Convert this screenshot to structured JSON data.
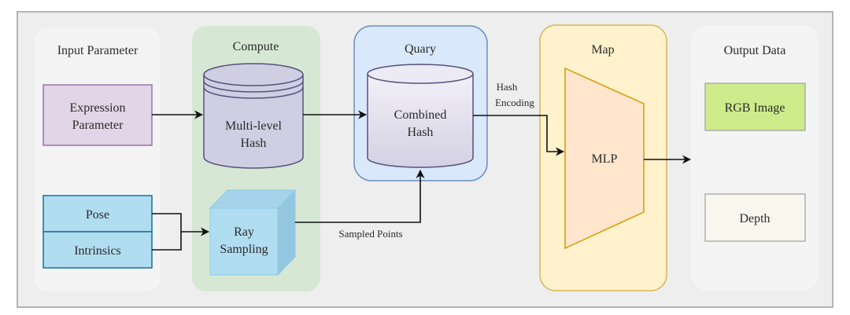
{
  "diagram": {
    "type": "pipeline-architecture",
    "groups": {
      "input": {
        "title": "Input Parameter",
        "color": "#f4f4f5"
      },
      "compute": {
        "title": "Compute",
        "color": "#d6e8d4"
      },
      "query": {
        "title": "Quary",
        "color": "#dae8fc",
        "border": "#6c8ebf"
      },
      "map": {
        "title": "Map",
        "color": "#fff2cc",
        "border": "#d6b656"
      },
      "output": {
        "title": "Output Data",
        "color": "#f4f4f5"
      }
    },
    "nodes": {
      "expression": {
        "line1": "Expression",
        "line2": "Parameter",
        "color": "#e1d5e7",
        "border": "#9673a6"
      },
      "pose": {
        "label": "Pose",
        "color": "#b1ddf0",
        "border": "#10739e"
      },
      "intrinsics": {
        "label": "Intrinsics",
        "color": "#b1ddf0",
        "border": "#10739e"
      },
      "multilevel_hash": {
        "line1": "Multi-level",
        "line2": "Hash",
        "color": "#d0cee2",
        "border": "#56517e"
      },
      "ray_sampling": {
        "line1": "Ray",
        "line2": "Sampling",
        "color": "#b1ddf0"
      },
      "combined_hash": {
        "line1": "Combined",
        "line2": "Hash",
        "color": "#e8e6f0",
        "border": "#56517e"
      },
      "mlp": {
        "label": "MLP",
        "color": "#ffe6cc",
        "border": "#d79b00"
      },
      "rgb_image": {
        "label": "RGB Image",
        "color": "#cdeb8b"
      },
      "depth": {
        "label": "Depth",
        "color": "#f9f7ed"
      }
    },
    "edges": {
      "hash_encoding_line1": "Hash",
      "hash_encoding_line2": "Encoding",
      "sampled_points": "Sampled Points"
    }
  }
}
